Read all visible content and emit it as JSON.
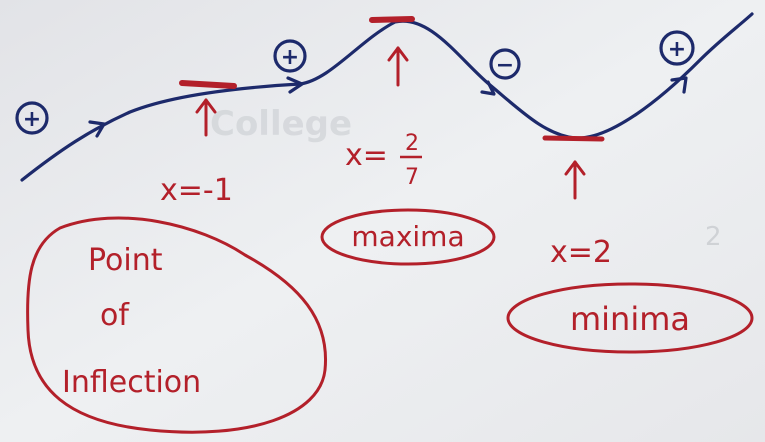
{
  "curve": {
    "ink_color": "#1d2a6b",
    "sign_labels": [
      "+",
      "+",
      "−",
      "+"
    ]
  },
  "annotations": {
    "ink_color": "#b3202a",
    "point_1": {
      "x_label": "x=-1",
      "note_lines": [
        "Point",
        "of",
        "Inflection"
      ]
    },
    "point_2": {
      "x_label_prefix": "x=",
      "x_num": "2",
      "x_den": "7",
      "note": "maxima"
    },
    "point_3": {
      "x_label": "x=2",
      "note": "minima"
    }
  },
  "board": {
    "background": "#e9eaed",
    "faint_text": [
      "College",
      "2"
    ]
  }
}
